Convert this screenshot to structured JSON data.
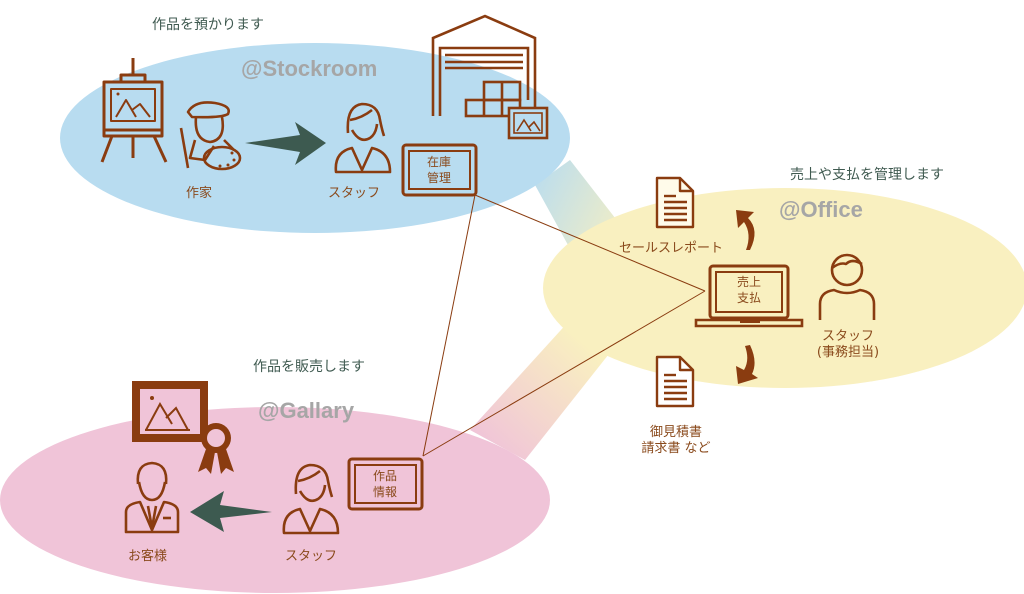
{
  "colors": {
    "stockroom": "#b8dcf0",
    "office": "#f9f0c0",
    "gallery": "#f0c4d8",
    "icon": "#8a3c10",
    "arrow": "#3d5a50",
    "zone_label": "#a6a6a6",
    "caption": "#3f5a50"
  },
  "stockroom": {
    "zone_label": "@Stockroom",
    "caption": "作品を預かります",
    "artist_label": "作家",
    "staff_label": "スタッフ",
    "system_box": [
      "在庫",
      "管理"
    ]
  },
  "office": {
    "zone_label": "@Office",
    "caption": "売上や支払を管理します",
    "laptop_screen": [
      "売上",
      "支払"
    ],
    "report_label": "セールスレポート",
    "documents_label": [
      "御見積書",
      "請求書 など"
    ],
    "staff_label": [
      "スタッフ",
      "(事務担当)"
    ]
  },
  "gallery": {
    "zone_label": "@Gallary",
    "caption": "作品を販売します",
    "customer_label": "お客様",
    "staff_label": "スタッフ",
    "system_box": [
      "作品",
      "情報"
    ]
  }
}
